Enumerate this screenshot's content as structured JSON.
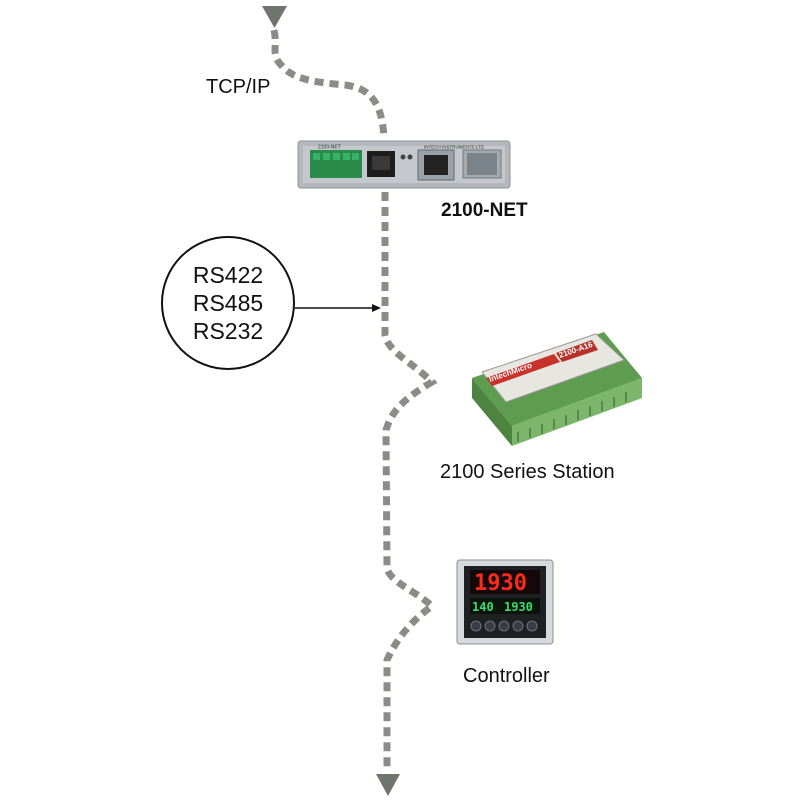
{
  "labels": {
    "tcp": "TCP/IP",
    "net_device": "2100-NET",
    "station": "2100 Series Station",
    "controller": "Controller"
  },
  "protocols": [
    "RS422",
    "RS485",
    "RS232"
  ],
  "device_text": {
    "net_model": "2100-NET",
    "net_maker": "INTECH INSTRUMENTS LTD",
    "station_brand": "IntechMicro",
    "station_model": "2100-A16",
    "controller_pv": "1930",
    "controller_sv1": "140",
    "controller_sv2": "1930"
  },
  "colors": {
    "cable": "#8c8c86",
    "arrowhead": "#6f746d",
    "station_green": "#6aa85a",
    "display_red": "#ff2a1a",
    "display_green": "#35e06a"
  }
}
